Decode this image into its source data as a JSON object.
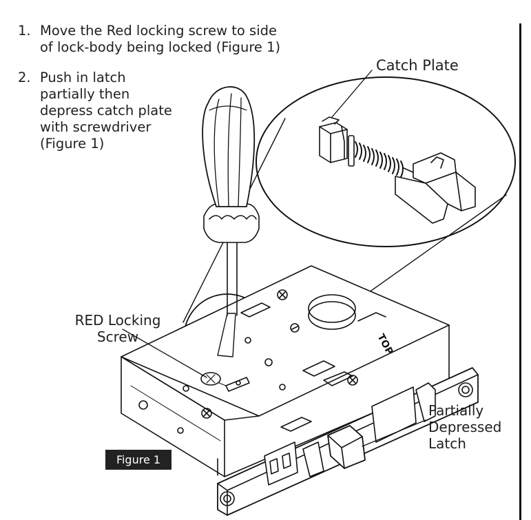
{
  "instructions": {
    "step1": {
      "number": "1.",
      "lines": [
        "Move the Red locking screw to side",
        "of lock-body being locked (Figure 1)"
      ]
    },
    "step2": {
      "number": "2.",
      "lines": [
        "Push in latch",
        "partially then",
        "depress catch plate",
        "with screwdriver",
        "(Figure 1)"
      ]
    }
  },
  "callouts": {
    "catch_plate": "Catch Plate",
    "red_locking_screw": [
      "RED Locking",
      "Screw"
    ],
    "latch": [
      "Partially",
      "Depressed",
      "Latch"
    ]
  },
  "figure_label": "Figure 1",
  "lock_body_marking": "TOP",
  "colors": {
    "ink": "#111111",
    "figure_tag_bg": "#222222",
    "figure_tag_text": "#ffffff",
    "paper": "#ffffff"
  },
  "icons": [
    "screwdriver",
    "mortise-lock-body",
    "catch-plate-spring-assembly",
    "locking-screw",
    "magnified-detail-circle"
  ]
}
